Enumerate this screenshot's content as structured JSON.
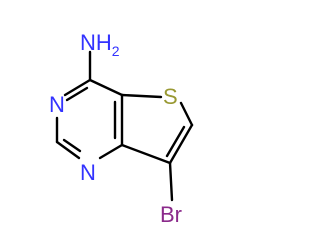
{
  "molecule": {
    "atoms": {
      "amine": {
        "text": "NH",
        "subscript": "2",
        "color": "#3333ff"
      },
      "nitrogen_upper": {
        "text": "N",
        "color": "#3333ff"
      },
      "nitrogen_lower": {
        "text": "N",
        "color": "#3333ff"
      },
      "sulfur": {
        "text": "S",
        "color": "#999933"
      },
      "bromine": {
        "text": "Br",
        "color": "#8b2a8b"
      }
    },
    "bond_color": "#000000"
  }
}
